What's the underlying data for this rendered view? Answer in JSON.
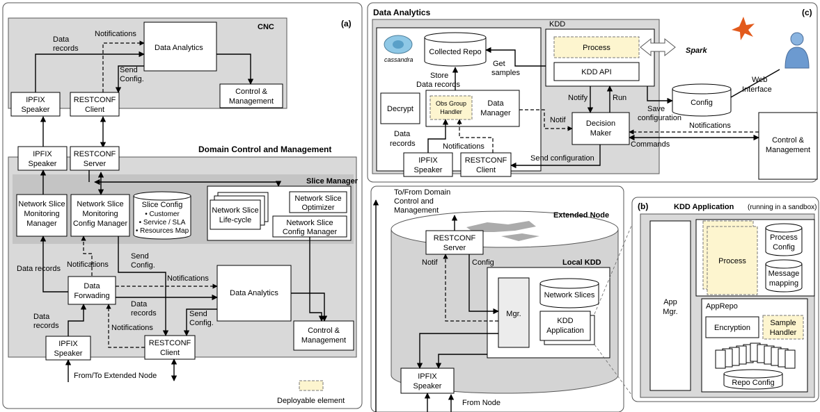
{
  "panel_a": {
    "tag": "(a)",
    "cnc": {
      "title": "CNC",
      "data_analytics": "Data Analytics",
      "control_mgmt": [
        "Control &",
        "Management"
      ],
      "ipfix_speaker": [
        "IPFIX",
        "Speaker"
      ],
      "restconf_client": [
        "RESTCONF",
        "Client"
      ],
      "notifications": "Notifications",
      "data_records": [
        "Data",
        "records"
      ],
      "send_config": [
        "Send",
        "Config."
      ]
    },
    "dcm": {
      "title": "Domain Control and Management",
      "ipfix_speaker": [
        "IPFIX",
        "Speaker"
      ],
      "restconf_server": [
        "RESTCONF",
        "Server"
      ],
      "slice_manager": "Slice Manager",
      "ns_monitoring_manager": [
        "Network Slice",
        "Monitoring",
        "Manager"
      ],
      "ns_monitoring_config_manager": [
        "Network Slice",
        "Monitoring",
        "Config Manager"
      ],
      "slice_config": {
        "title": "Slice Config",
        "items": [
          "• Customer",
          "• Service / SLA",
          "• Resources Map"
        ]
      },
      "ns_lifecycle": [
        "Network Slice",
        "Life-cycle"
      ],
      "ns_optimizer": [
        "Network Slice",
        "Optimizer"
      ],
      "ns_config_manager": [
        "Network Slice",
        "Config Manager"
      ],
      "data_forwarding": [
        "Data",
        "Forwading"
      ],
      "data_analytics": "Data Analytics",
      "control_mgmt": [
        "Control &",
        "Management"
      ],
      "restconf_client": [
        "RESTCONF",
        "Client"
      ],
      "ipfix_speaker_bottom": [
        "IPFIX",
        "Speaker"
      ],
      "labels": {
        "data_records_1": "Data records",
        "notifications_1": "Notifications",
        "send_config_1": [
          "Send",
          "Config."
        ],
        "notifications_2": "Notifications",
        "data_records_2": [
          "Data",
          "records"
        ],
        "data_records_3": [
          "Data",
          "records"
        ],
        "notifications_3": "Notifications",
        "send_config_2": [
          "Send",
          "Config."
        ]
      },
      "from_to_extended": "From/To Extended Node"
    },
    "legend": "Deployable element"
  },
  "panel_c": {
    "tag": "(c)",
    "title": "Data Analytics",
    "cassandra": "cassandra",
    "collected_repo": "Collected Repo",
    "kdd": "KDD",
    "process": "Process",
    "kdd_api": "KDD API",
    "spark": "Spark",
    "decrypt": "Decrypt",
    "obs_group_handler": [
      "Obs Group",
      "Handler"
    ],
    "data_manager": [
      "Data",
      "Manager"
    ],
    "ipfix_speaker": [
      "IPFIX",
      "Speaker"
    ],
    "restconf_client": [
      "RESTCONF",
      "Client"
    ],
    "decision_maker": [
      "Decision",
      "Maker"
    ],
    "config": "Config",
    "control_mgmt": [
      "Control &",
      "Management"
    ],
    "labels": {
      "get_samples": [
        "Get",
        "samples"
      ],
      "store": [
        "Store",
        "Data records"
      ],
      "notify": "Notify",
      "run": "Run",
      "notif": "Notif",
      "data_records": [
        "Data",
        "records"
      ],
      "notifications": "Notifications",
      "send_configuration": "Send configuration",
      "save_configuration": [
        "Save",
        "configuration"
      ],
      "web_interface": [
        "Web",
        "Interface"
      ],
      "notifications_2": "Notifications",
      "commands": "Commands"
    }
  },
  "extended_node": {
    "to_from": [
      "To/From Domain",
      "Control and",
      "Management"
    ],
    "title": "Extended Node",
    "restconf_server": [
      "RESTCONF",
      "Server"
    ],
    "notif": "Notif",
    "config": "Config",
    "local_kdd": "Local KDD",
    "mgr": "Mgr.",
    "network_slices": "Network Slices",
    "kdd_application": [
      "KDD",
      "Application"
    ],
    "ipfix_speaker": [
      "IPFIX",
      "Speaker"
    ],
    "from_node": "From Node"
  },
  "panel_b": {
    "tag": "(b)",
    "title": "KDD Application",
    "subtitle": "(running in a sandbox)",
    "app_mgr": [
      "App",
      "Mgr."
    ],
    "process": "Process",
    "process_config": [
      "Process",
      "Config"
    ],
    "message_mapping": [
      "Message",
      "mapping"
    ],
    "apprepo": "AppRepo",
    "encryption": "Encryption",
    "sample_handler": [
      "Sample",
      "Handler"
    ],
    "repo_config": "Repo Config"
  }
}
